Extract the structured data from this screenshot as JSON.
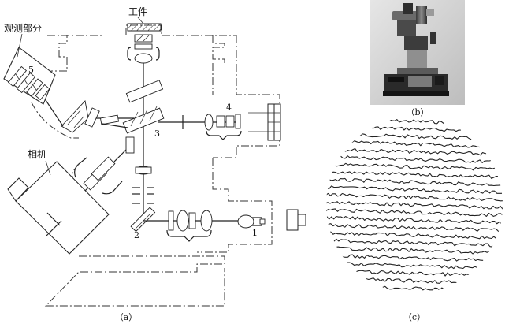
{
  "labels": {
    "workpiece": "工件",
    "observation": "观测部分",
    "camera": "相机",
    "n1": "1",
    "n2": "2",
    "n3": "3",
    "n4": "4",
    "n5": "5",
    "cap_a": "（a）",
    "cap_b": "（b）",
    "cap_c": "（c）"
  },
  "fringe_count": 23
}
